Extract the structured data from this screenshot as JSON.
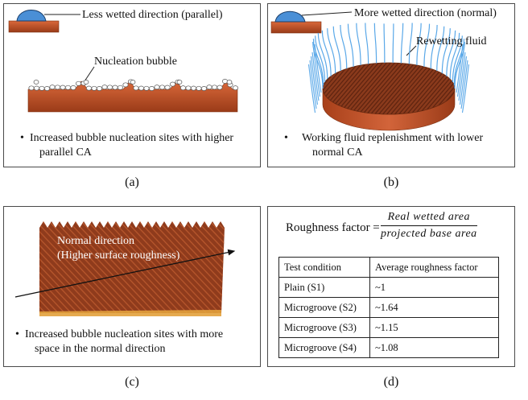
{
  "panel_a": {
    "label_parallel": "Less wetted direction (parallel)",
    "label_nucleation": "Nucleation bubble",
    "bullet_line1": "Increased bubble nucleation sites with higher",
    "bullet_line2": "parallel CA",
    "caption": "(a)"
  },
  "panel_b": {
    "label_normal": "More wetted direction (normal)",
    "label_rewetting": "Rewetting fluid",
    "bullet_line1": "Working fluid replenishment with lower",
    "bullet_line2": "normal CA",
    "caption": "(b)"
  },
  "panel_c": {
    "label_line1": "Normal direction",
    "label_line2": "(Higher surface roughness)",
    "bullet_line1": "Increased bubble nucleation sites with more",
    "bullet_line2": "space in the normal direction",
    "caption": "(c)"
  },
  "panel_d": {
    "formula_lhs": "Roughness factor =",
    "formula_num": "Real wetted area",
    "formula_den": "projected base area",
    "table_headers": [
      "Test condition",
      "Average roughness factor"
    ],
    "table_rows": [
      [
        "Plain (S1)",
        "~1"
      ],
      [
        "Microgroove (S2)",
        "~1.64"
      ],
      [
        "Microgroove (S3)",
        "~1.15"
      ],
      [
        "Microgroove (S4)",
        "~1.08"
      ]
    ],
    "caption": "(d)"
  },
  "bullet_symbol": "•",
  "colors": {
    "copper": "#c0532a",
    "copper_dark": "#8e3515",
    "droplet": "#4a8fd6",
    "fluid": "#5aa8e8",
    "border": "#4a4a4a"
  }
}
